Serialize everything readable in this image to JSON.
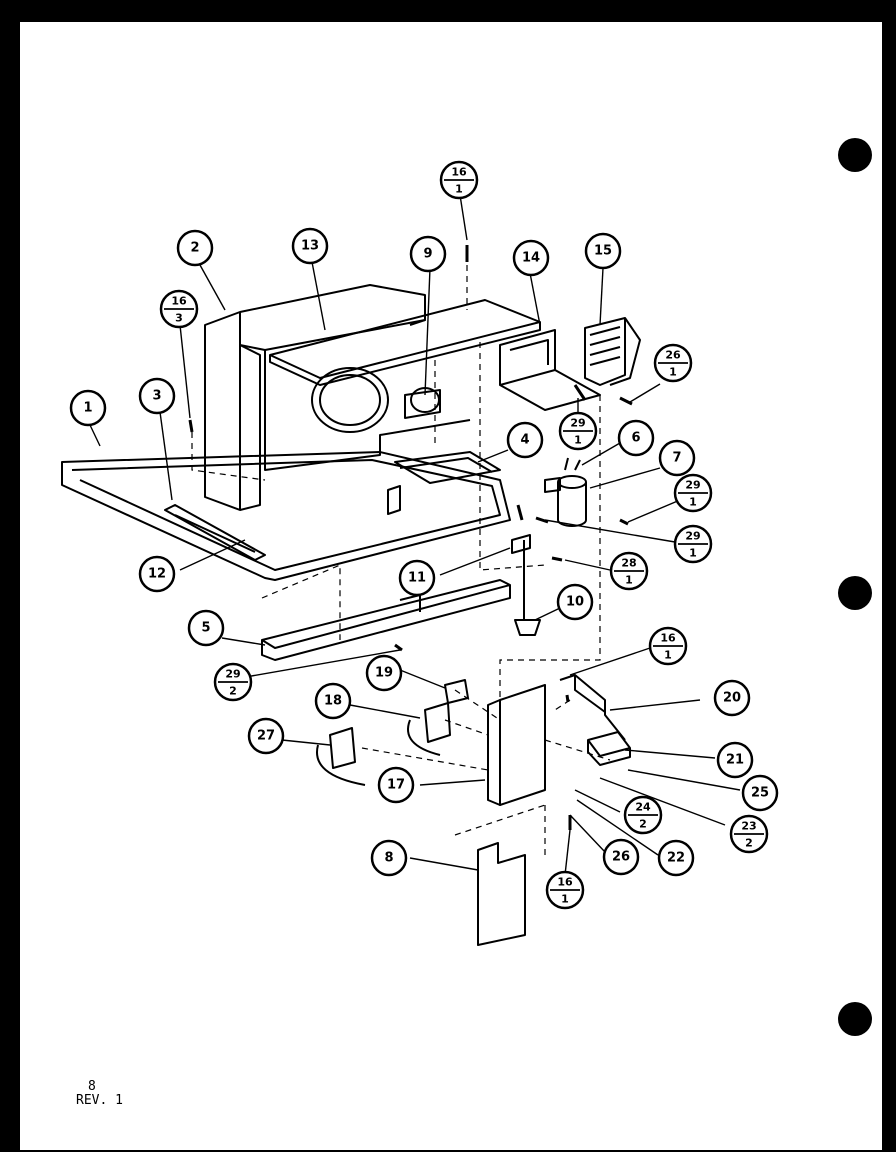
{
  "footer": {
    "page": "8",
    "revision": "REV. 1"
  },
  "callouts": [
    {
      "id": "c1",
      "label": "1"
    },
    {
      "id": "c2",
      "label": "2"
    },
    {
      "id": "c3",
      "label": "3"
    },
    {
      "id": "c4",
      "label": "4"
    },
    {
      "id": "c5",
      "label": "5"
    },
    {
      "id": "c6",
      "label": "6"
    },
    {
      "id": "c7",
      "label": "7"
    },
    {
      "id": "c8",
      "label": "8"
    },
    {
      "id": "c9",
      "label": "9"
    },
    {
      "id": "c10",
      "label": "10"
    },
    {
      "id": "c11",
      "label": "11"
    },
    {
      "id": "c12",
      "label": "12"
    },
    {
      "id": "c13",
      "label": "13"
    },
    {
      "id": "c14",
      "label": "14"
    },
    {
      "id": "c15",
      "label": "15"
    },
    {
      "id": "c17",
      "label": "17"
    },
    {
      "id": "c18",
      "label": "18"
    },
    {
      "id": "c19",
      "label": "19"
    },
    {
      "id": "c20",
      "label": "20"
    },
    {
      "id": "c21",
      "label": "21"
    },
    {
      "id": "c22",
      "label": "22"
    },
    {
      "id": "c25",
      "label": "25"
    },
    {
      "id": "c26",
      "label": "26"
    },
    {
      "id": "c27",
      "label": "27"
    }
  ],
  "fraction_callouts": [
    {
      "id": "f16a",
      "top": "16",
      "bottom": "1"
    },
    {
      "id": "f16b",
      "top": "16",
      "bottom": "3"
    },
    {
      "id": "f26",
      "top": "26",
      "bottom": "1"
    },
    {
      "id": "f29a",
      "top": "29",
      "bottom": "1"
    },
    {
      "id": "f29b",
      "top": "29",
      "bottom": "1"
    },
    {
      "id": "f29c",
      "top": "29",
      "bottom": "1"
    },
    {
      "id": "f28",
      "top": "28",
      "bottom": "1"
    },
    {
      "id": "f29d",
      "top": "29",
      "bottom": "2"
    },
    {
      "id": "f16c",
      "top": "16",
      "bottom": "1"
    },
    {
      "id": "f24",
      "top": "24",
      "bottom": "2"
    },
    {
      "id": "f23",
      "top": "23",
      "bottom": "2"
    },
    {
      "id": "f16d",
      "top": "16",
      "bottom": "1"
    }
  ]
}
